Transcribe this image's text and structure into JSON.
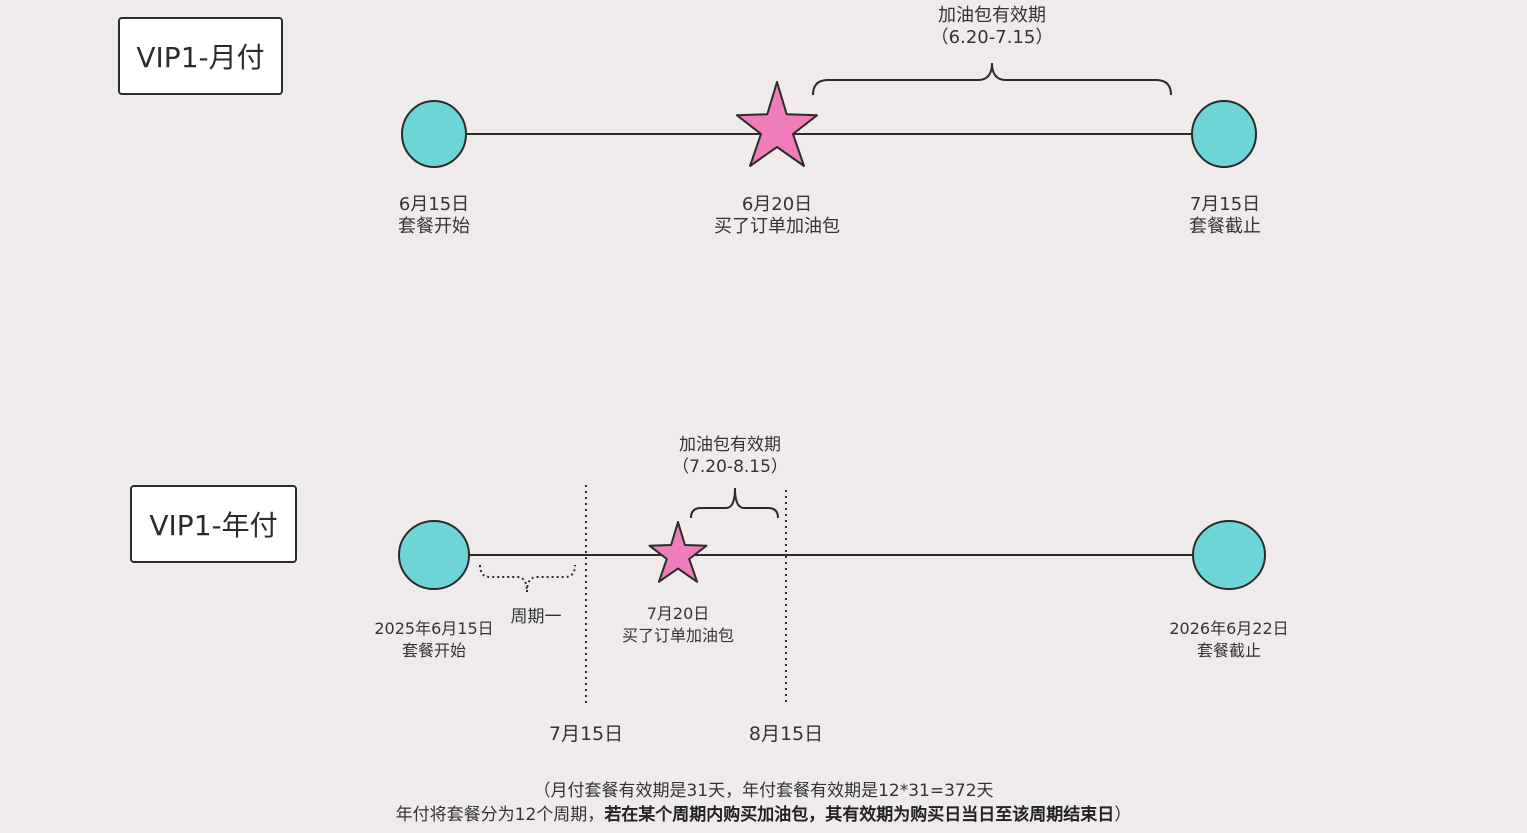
{
  "monthly": {
    "title": "VIP1-月付",
    "start": {
      "date": "6月15日",
      "desc": "套餐开始"
    },
    "purchase": {
      "date": "6月20日",
      "desc": "买了订单加油包"
    },
    "end": {
      "date": "7月15日",
      "desc": "套餐截止"
    },
    "validity": {
      "title": "加油包有效期",
      "range": "（6.20-7.15）"
    }
  },
  "yearly": {
    "title": "VIP1-年付",
    "start": {
      "date": "2025年6月15日",
      "desc": "套餐开始"
    },
    "purchase": {
      "date": "7月20日",
      "desc": "买了订单加油包"
    },
    "end": {
      "date": "2026年6月22日",
      "desc": "套餐截止"
    },
    "validity": {
      "title": "加油包有效期",
      "range": "（7.20-8.15）"
    },
    "period_label": "周期一",
    "markers": [
      "7月15日",
      "8月15日"
    ]
  },
  "note": {
    "line1": "（月付套餐有效期是31天，年付套餐有效期是12*31=372天",
    "line2_plain": "年付将套餐分为12个周期，",
    "line2_bold": "若在某个周期内购买加油包，其有效期为购买日当日至该周期结束日",
    "line2_end": "）"
  },
  "colors": {
    "circle": "#6ed5d6",
    "star": "#ef7db9",
    "stroke": "#2b2b2b",
    "background": "#efebea"
  }
}
